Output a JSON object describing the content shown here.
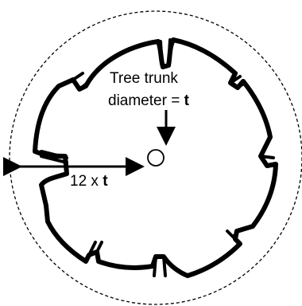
{
  "diagram": {
    "trunk_label_line1": "Tree trunk",
    "trunk_label_line2_prefix": "diameter = ",
    "trunk_label_line2_var": "t",
    "radius_label_prefix": "12 x ",
    "radius_label_var": "t"
  },
  "colors": {
    "ink": "#000000",
    "background": "#ffffff"
  }
}
